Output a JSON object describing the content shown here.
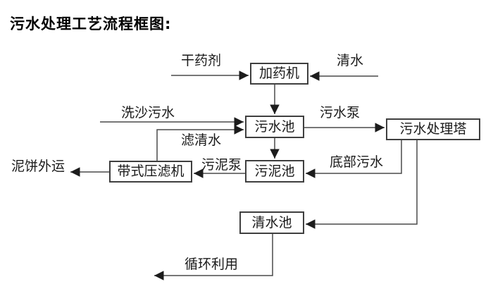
{
  "page": {
    "title": "污水处理工艺流程框图:"
  },
  "diagram": {
    "nodes": [
      {
        "id": "dosing-machine",
        "label": "加药机"
      },
      {
        "id": "sewage-pool",
        "label": "污水池"
      },
      {
        "id": "sewage-treatment-tower",
        "label": "污水处理塔"
      },
      {
        "id": "sludge-pool",
        "label": "污泥池"
      },
      {
        "id": "belt-filter-press",
        "label": "带式压滤机"
      },
      {
        "id": "clear-water-pool",
        "label": "清水池"
      }
    ],
    "flow_labels": [
      {
        "id": "dry-agent",
        "label": "干药剂"
      },
      {
        "id": "clear-water",
        "label": "清水"
      },
      {
        "id": "sand-washing-sewage",
        "label": "洗沙污水"
      },
      {
        "id": "sewage-pump",
        "label": "污水泵"
      },
      {
        "id": "filtered-water",
        "label": "滤清水"
      },
      {
        "id": "sludge-pump",
        "label": "污泥泵"
      },
      {
        "id": "bottom-sewage",
        "label": "底部污水"
      },
      {
        "id": "mud-cake-transport",
        "label": "泥饼外运"
      },
      {
        "id": "recycling",
        "label": "循环利用"
      }
    ],
    "colors": {
      "line": "#4a4a4a",
      "arrowhead": "#1c1c1c",
      "box_border": "#3f3f3f",
      "text": "#1a1a1a",
      "background": "#ffffff"
    }
  }
}
